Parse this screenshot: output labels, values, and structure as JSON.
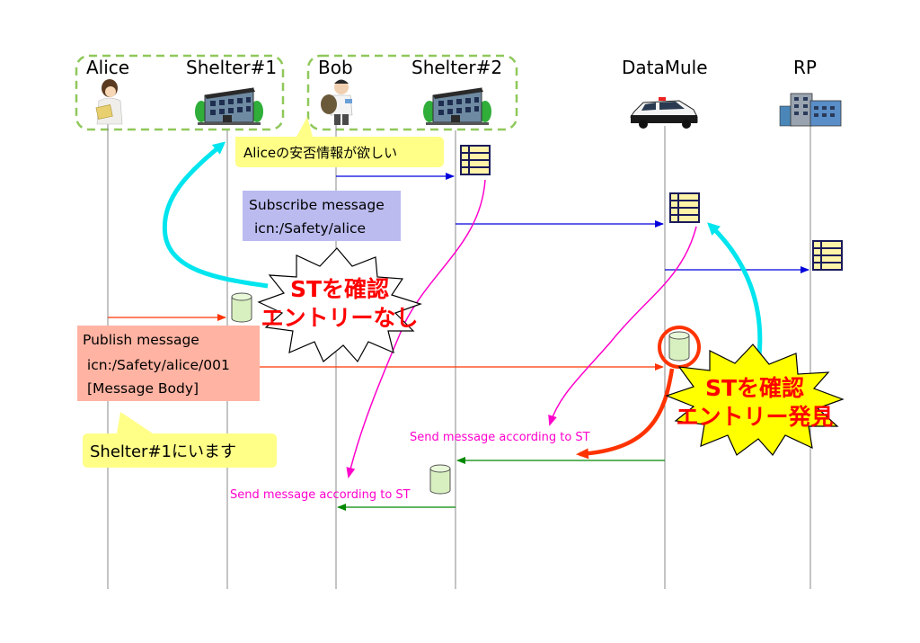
{
  "participants": {
    "alice": "Alice",
    "shelter1": "Shelter#1",
    "bob": "Bob",
    "shelter2": "Shelter#2",
    "datamule": "DataMule",
    "rp": "RP"
  },
  "callouts": {
    "bob_request": "Aliceの安否情報が欲しい",
    "alice_location": "Shelter#1にいます"
  },
  "subscribe_box": {
    "line1": "Subscribe message",
    "line2": "icn:/Safety/alice"
  },
  "publish_box": {
    "line1": "Publish message",
    "line2": " icn:/Safety/alice/001",
    "line3": "[Message Body]"
  },
  "bursts": {
    "no_entry_line1": "STを確認",
    "no_entry_line2": "エントリーなし",
    "found_line1": "STを確認",
    "found_line2": "エントリー発見"
  },
  "send_labels": {
    "upper": "Send message according to ST",
    "lower": "Send message according to ST"
  },
  "colors": {
    "lifeline": "#888888",
    "blue_arrow": "#0000dd",
    "orange_arrow": "#ff3300",
    "green_arrow": "#008800",
    "magenta": "#ff00cc",
    "cyan": "#00e5ee",
    "group_border": "#8fc85a",
    "callout_yellow": "#ffff88",
    "subscribe_bg": "#bbbbf0",
    "publish_bg": "#ffb3a3",
    "burst_yellow": "#ffff00"
  },
  "icons": [
    "person-reading-icon",
    "building-icon",
    "student-icon",
    "police-car-icon",
    "office-building-icon",
    "table-icon",
    "database-icon"
  ]
}
